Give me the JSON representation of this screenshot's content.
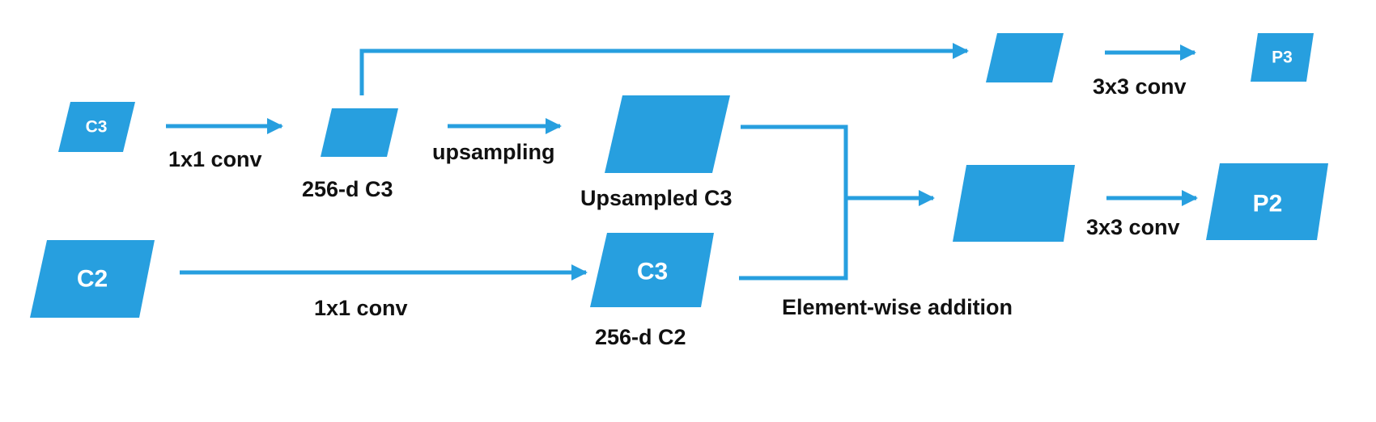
{
  "colors": {
    "shape_fill": "#279fdf",
    "arrow": "#279fdf",
    "text": "#111111",
    "node_text": "#ffffff",
    "background": "#ffffff"
  },
  "nodes": {
    "c3_input": "C3",
    "conv_c3": "",
    "upsampled": "",
    "top_out": "",
    "p3": "P3",
    "c2_input": "C2",
    "conv_c2": "C3",
    "sum": "",
    "p2": "P2"
  },
  "labels": {
    "c3_conv": "1x1 conv",
    "c3_256d": "256-d C3",
    "upsampling": "upsampling",
    "upsampled_c3": "Upsampled C3",
    "c2_conv": "1x1 conv",
    "c2_256d": "256-d C2",
    "element_wise": "Element-wise addition",
    "p3_conv": "3x3 conv",
    "p2_conv": "3x3 conv"
  }
}
